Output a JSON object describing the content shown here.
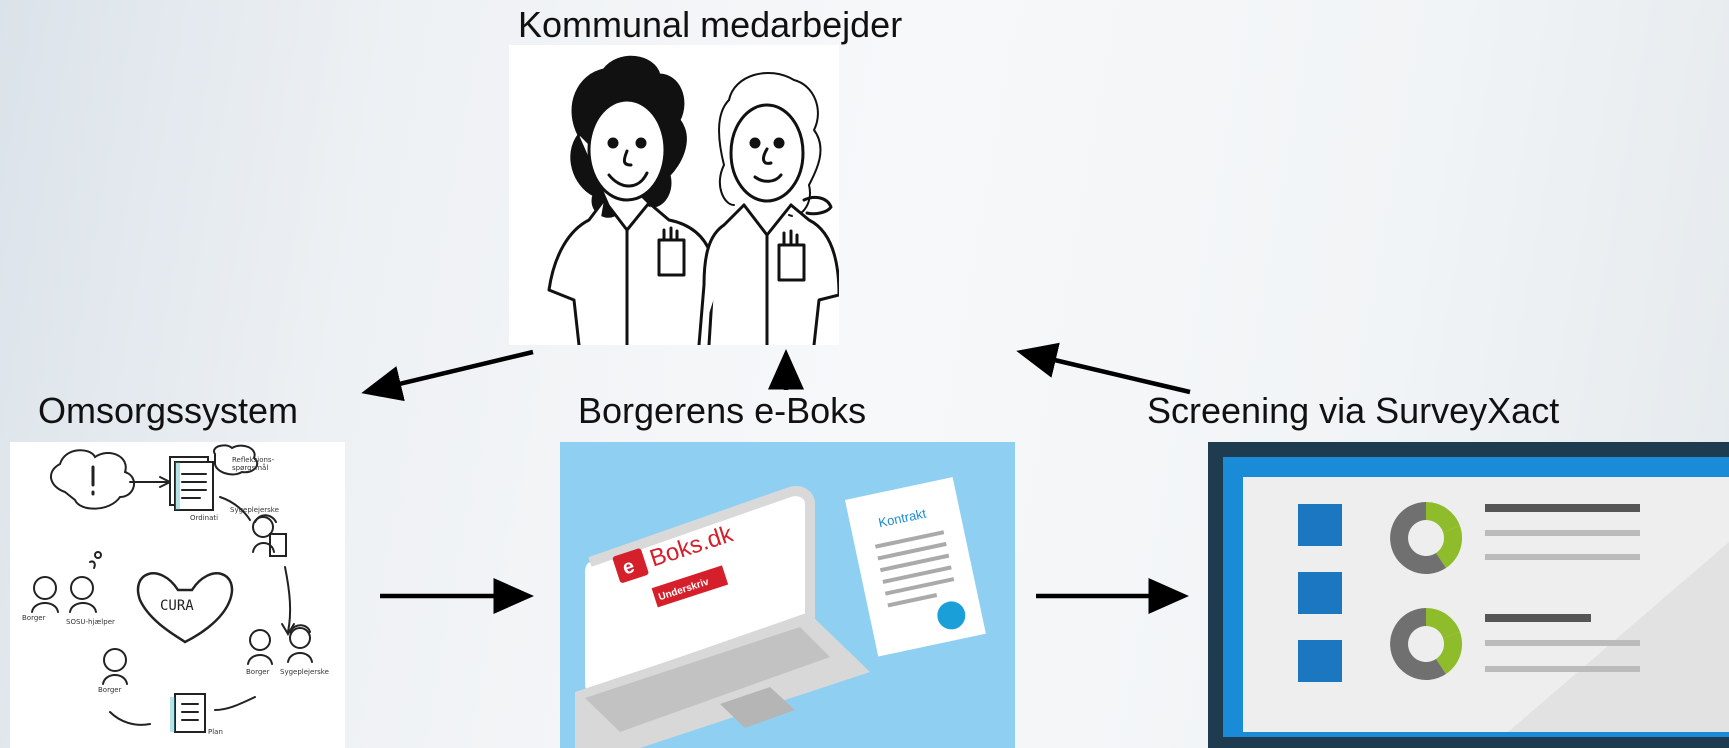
{
  "nodes": {
    "staff": {
      "label": "Kommunal medarbejder"
    },
    "care_system": {
      "label": "Omsorgssystem",
      "illustration_texts": {
        "refleksion": "Refleksions-",
        "spoergsmaal": "spørgsmål",
        "ordination": "Ordinati",
        "sygeplejerske_top": "Sygeplejerske",
        "cura": "CURA",
        "borger_left": "Borger",
        "sosu": "SOSU-hjælper",
        "borger_mid": "Borger",
        "sygeplejerske_bottom": "Sygeplejerske",
        "borger_bottom": "Borger",
        "plan": "Plan"
      }
    },
    "eboks": {
      "label": "Borgerens e-Boks",
      "brand": "Boks.dk",
      "badge": "Underskriv",
      "document": "Kontrakt"
    },
    "screening": {
      "label": "Screening via SurveyXact"
    }
  },
  "colors": {
    "arrow": "#000000",
    "eboks_bg": "#8fd0f2",
    "eboks_red": "#d5202c",
    "screen_frame": "#1e3b4f",
    "screen_border": "#1a8bd6",
    "accent_green": "#8fbc2b",
    "square_blue": "#1b78c0"
  }
}
